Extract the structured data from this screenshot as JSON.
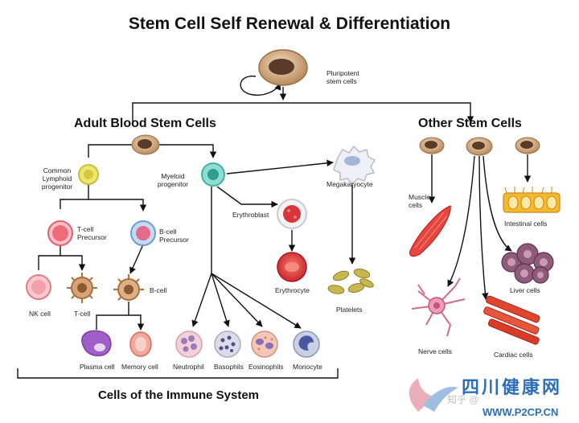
{
  "title": "Stem Cell Self Renewal & Differentiation",
  "top_cell": {
    "label_line1": "Pluripotent",
    "label_line2": "stem cells"
  },
  "headers": {
    "adult": "Adult Blood Stem Cells",
    "other": "Other Stem Cells",
    "immune": "Cells of the Immune System"
  },
  "labels": {
    "common_lymphoid": [
      "Common",
      "Lymphoid",
      "progenitor"
    ],
    "myeloid": [
      "Myeloid",
      "progenitor"
    ],
    "tcell_precursor": [
      "T-cell",
      "Precursor"
    ],
    "bcell_precursor": [
      "B-cell",
      "Precursor"
    ],
    "nk_cell": "NK cell",
    "t_cell": "T-cell",
    "b_cell": "B-cell",
    "plasma_cell": "Plasma cell",
    "memory_cell": "Memory cell",
    "erythroblast": "Erythroblast",
    "erythrocyte": "Erythrocyte",
    "megakaryocyte": "Megakaryocyte",
    "platelets": "Platelets",
    "neutrophil": "Neutrophil",
    "basophils": "Basophils",
    "eosinophils": "Eosinophils",
    "monocyte": "Monocyte",
    "muscle_cells": [
      "Muscle",
      "cells"
    ],
    "intestinal_cells": "Intestinal cells",
    "liver_cells": "Liver cells",
    "nerve_cells": "Nerve cells",
    "cardiac_cells": "Cardiac cells"
  },
  "watermark": {
    "title": "四川健康网",
    "url": "WWW.P2CP.CN",
    "faint": "知乎 @"
  },
  "colors": {
    "stem": "#c9a27a",
    "stem_nucleus": "#5a3b2a",
    "lymphoid": "#e8e06a",
    "myeloid": "#7fd6cc",
    "tcell": "#f07a86",
    "bcell": "#8fb6e0",
    "erythro": "#d8343a",
    "line": "#111111"
  }
}
